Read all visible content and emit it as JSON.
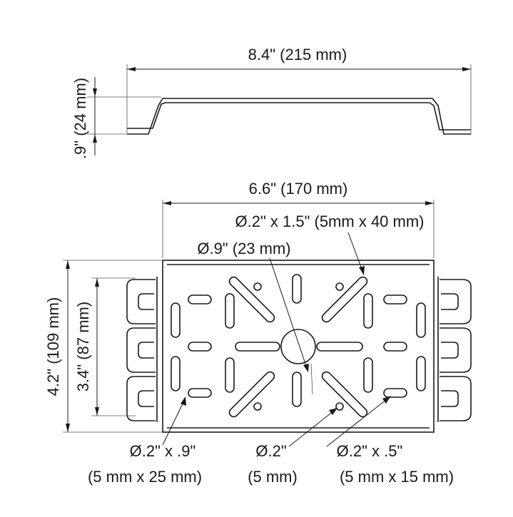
{
  "side_view": {
    "width_label": "8.4\" (215 mm)",
    "height_label": ".9\" (24 mm)"
  },
  "top_view": {
    "width_label": "6.6\" (170 mm)",
    "outer_height_label": "4.2\" (109 mm)",
    "inner_height_label": "3.4\" (87 mm)",
    "long_slot_label": "Ø.2\" x 1.5\" (5mm x 40 mm)",
    "center_hole_label": "Ø.9\" (23 mm)",
    "vertical_slot_label_1": "Ø.2\" x .9\"",
    "vertical_slot_label_2": "(5 mm x 25 mm)",
    "small_hole_label_1": "Ø.2\"",
    "small_hole_label_2": "(5 mm)",
    "short_slot_label_1": "Ø.2\" x .5\"",
    "short_slot_label_2": "(5 mm x 15 mm)"
  }
}
